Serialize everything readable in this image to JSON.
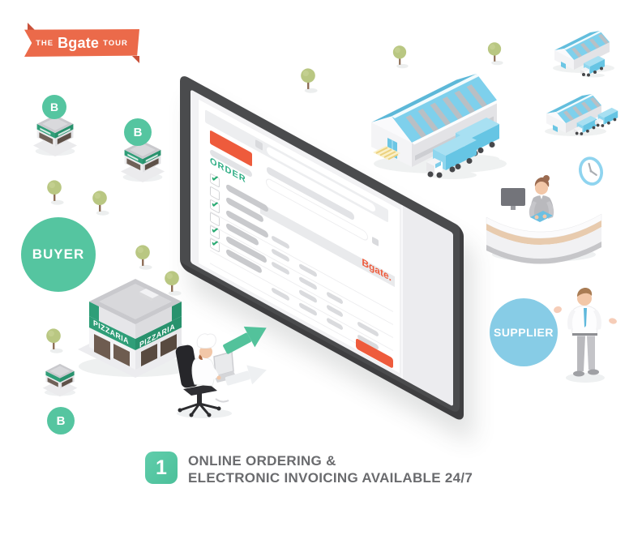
{
  "ribbon": {
    "prefix": "THE",
    "brand": "Bgate",
    "suffix": "TOUR"
  },
  "buyer_side": {
    "buyer_label": "BUYER",
    "store_badge": "B"
  },
  "supplier_side": {
    "supplier_label": "SUPPLIER"
  },
  "pizzeria": {
    "sign_left": "PIZZARIA",
    "sign_right": "PIZZARIA"
  },
  "screen": {
    "order_heading": "ORDER",
    "brand_logo": "Bgate.",
    "check_glyph": "✓",
    "rows": [
      {
        "checked": true
      },
      {
        "checked": false
      },
      {
        "checked": true
      },
      {
        "checked": false
      },
      {
        "checked": true
      },
      {
        "checked": true
      }
    ]
  },
  "caption": {
    "step_number": "1",
    "line1": "ONLINE ORDERING &",
    "line2": "ELECTRONIC INVOICING AVAILABLE 24/7"
  },
  "colors": {
    "orange": "#eb6a4a",
    "accent_orange": "#ee5b3c",
    "mint_green": "#55c5a0",
    "order_green": "#2fae85",
    "sky_blue": "#7ed0ec",
    "supplier_blue": "#87cce6",
    "text_gray": "#6a6b6e",
    "monitor_frame": "#4a4b4d"
  }
}
